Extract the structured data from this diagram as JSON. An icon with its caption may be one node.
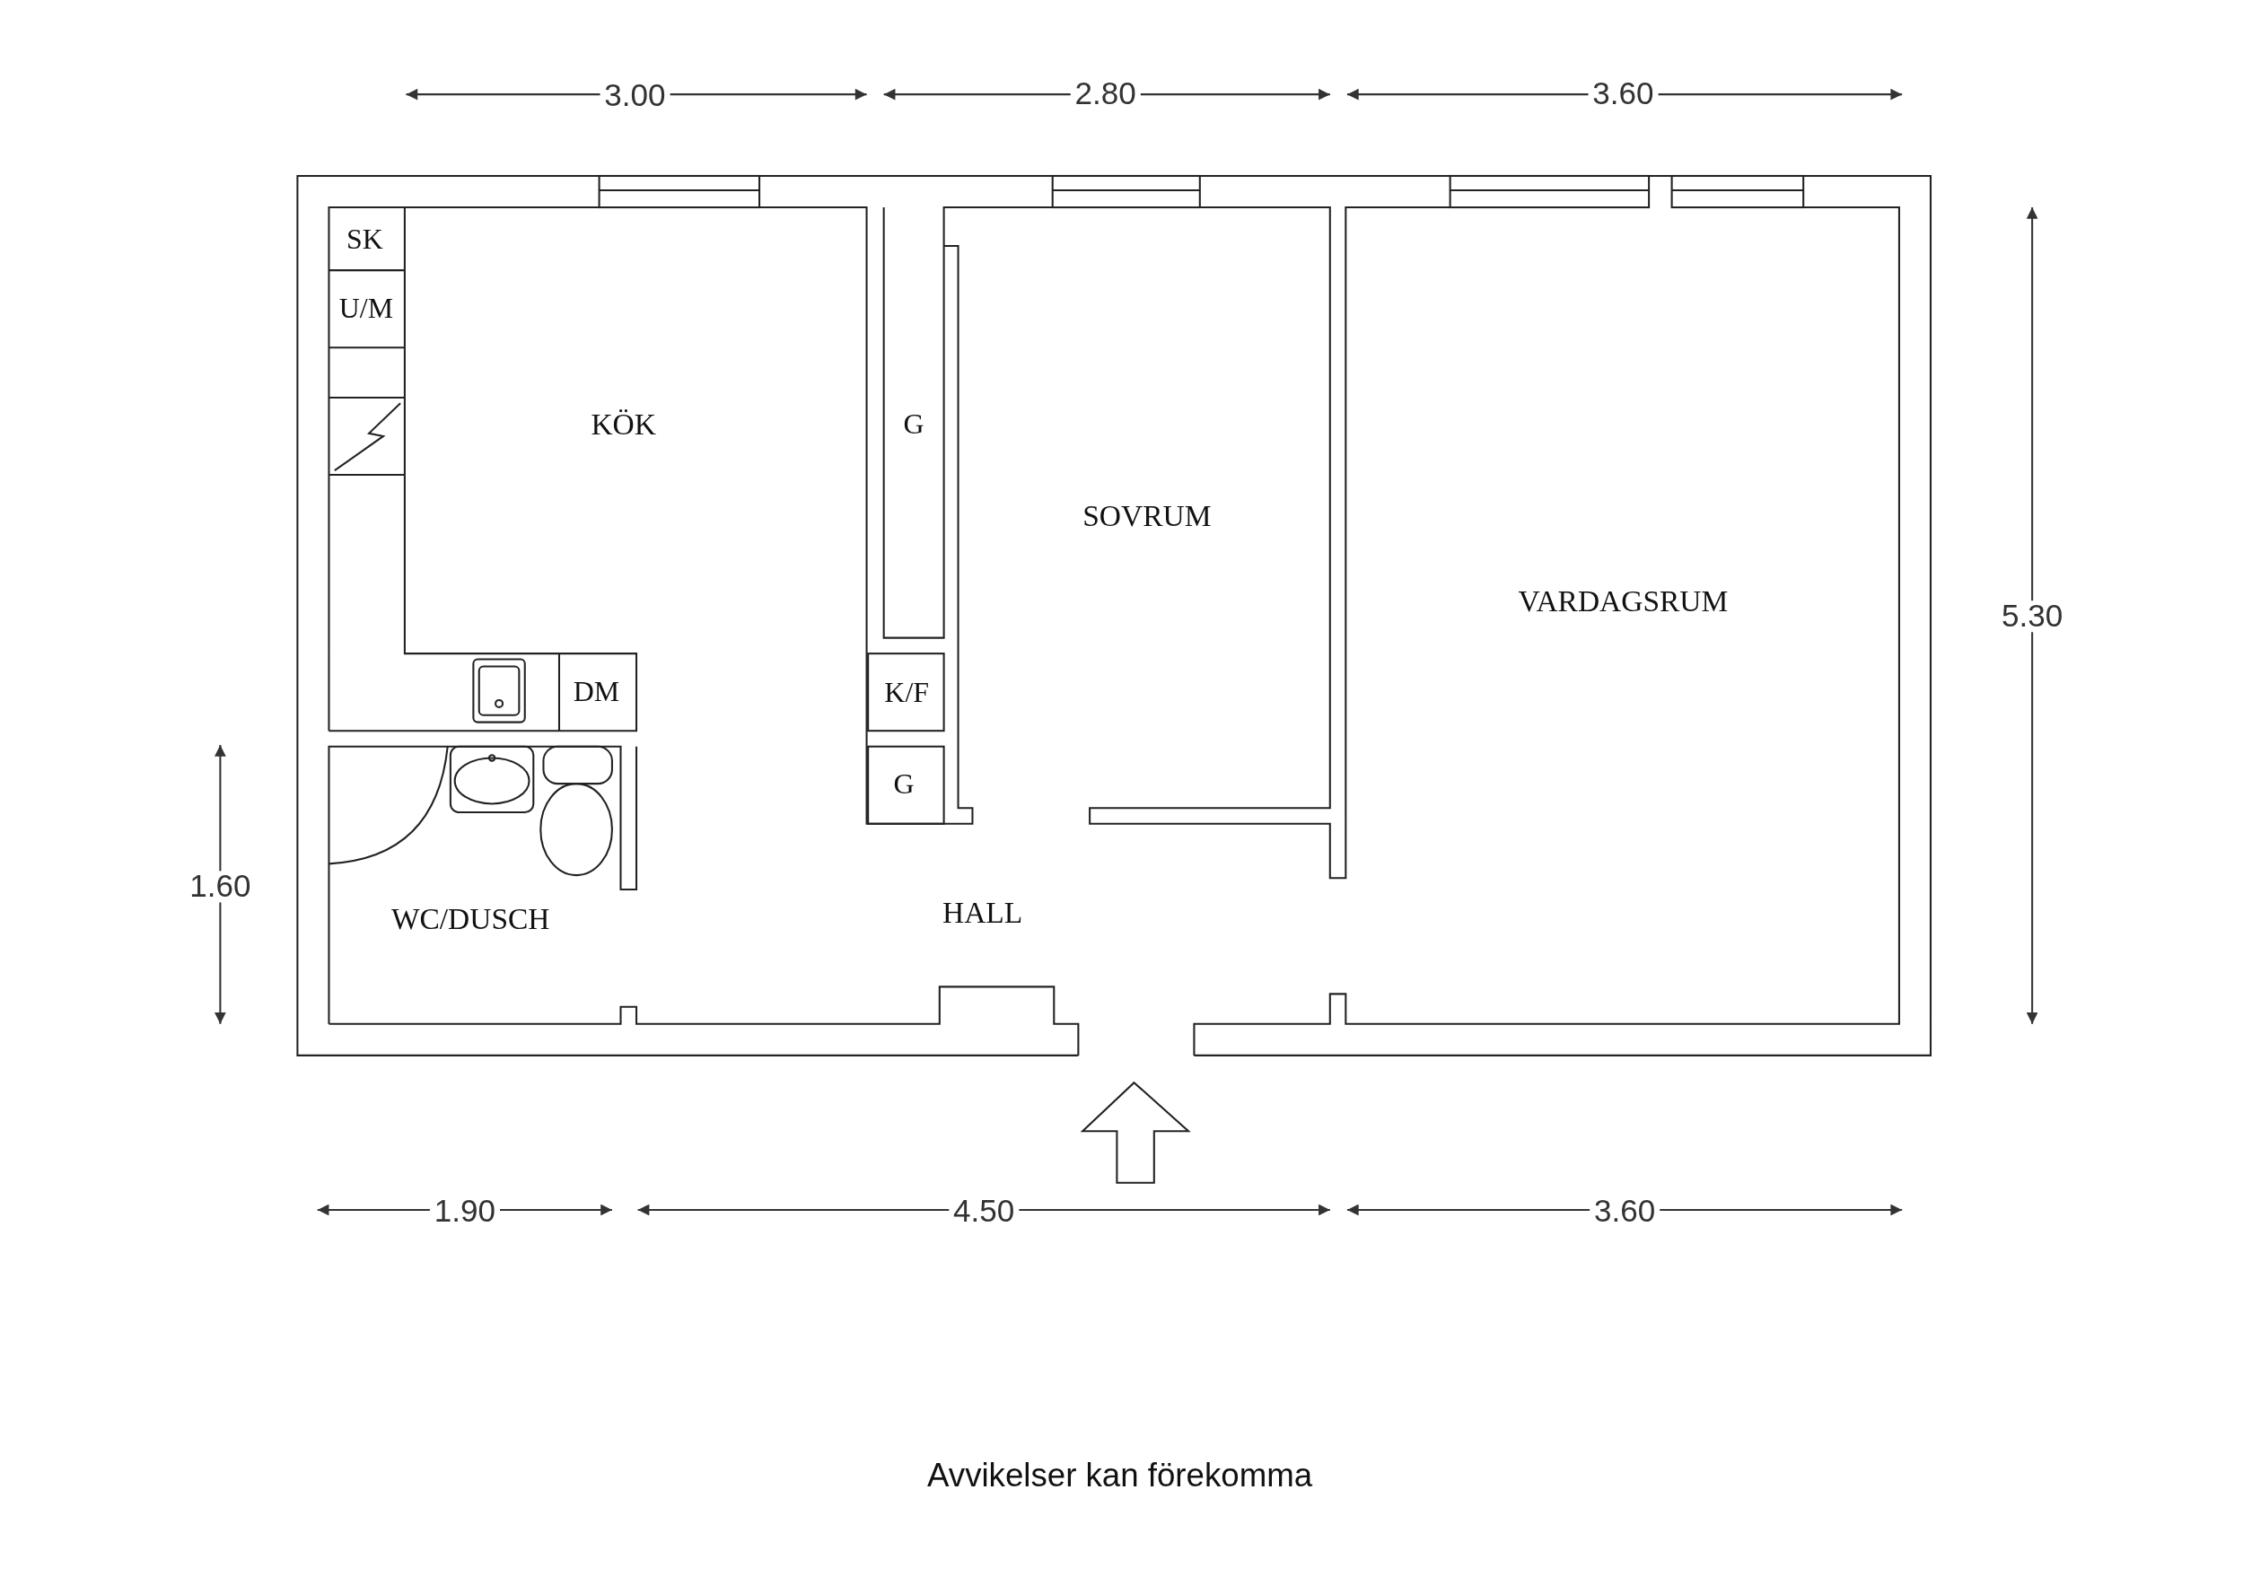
{
  "diagram": {
    "caption": "Avvikelser kan förekomma",
    "labels": [
      "3.00",
      "2.80",
      "3.60",
      "SK",
      "U/M",
      "KÖK",
      "G",
      "SOVRUM",
      "VARDAGSRUM",
      "5.30",
      "DM",
      "K/F",
      "G",
      "1.60",
      "WC/DUSCH",
      "HALL",
      "1.90",
      "4.50",
      "3.60"
    ]
  }
}
